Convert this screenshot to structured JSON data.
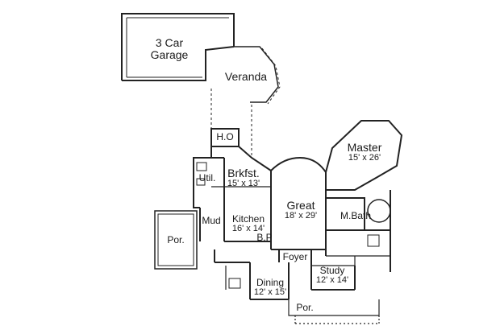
{
  "rooms": {
    "garage": {
      "name": "3 Car",
      "name2": "Garage"
    },
    "veranda": {
      "name": "Veranda"
    },
    "ho": {
      "name": "H.O"
    },
    "master": {
      "name": "Master",
      "dims": "15' x 26'"
    },
    "brkfst": {
      "name": "Brkfst.",
      "dims": "15' x 13'"
    },
    "util": {
      "name": "Util."
    },
    "great": {
      "name": "Great",
      "dims": "18' x 29'"
    },
    "mbath": {
      "name": "M.Bath"
    },
    "mud": {
      "name": "Mud"
    },
    "kitchen": {
      "name": "Kitchen",
      "dims": "16' x 14'"
    },
    "por_side": {
      "name": "Por."
    },
    "bp": {
      "name": "B.P"
    },
    "foyer": {
      "name": "Foyer"
    },
    "study": {
      "name": "Study",
      "dims": "12' x 14'"
    },
    "dining": {
      "name": "Dining",
      "dims": "12' x 15'"
    },
    "por_front": {
      "name": "Por."
    }
  }
}
